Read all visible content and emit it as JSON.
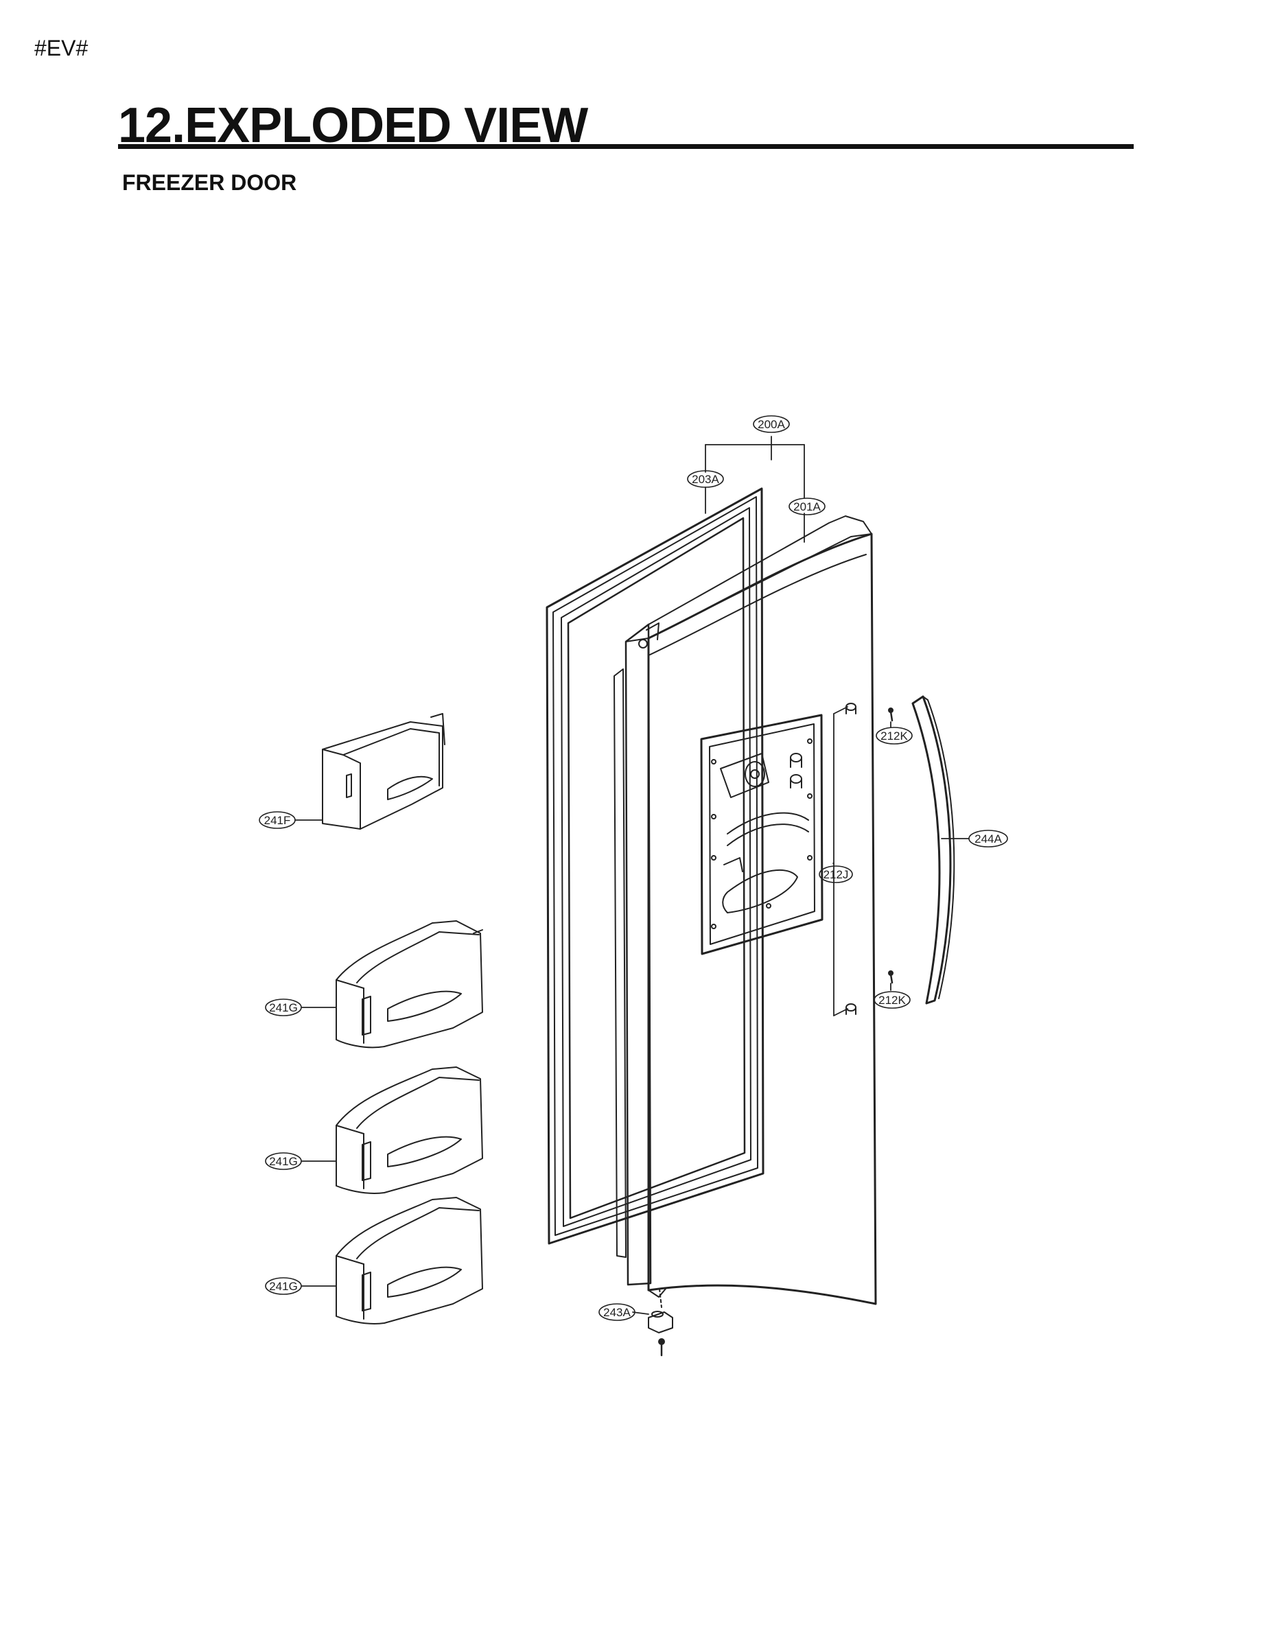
{
  "header": {
    "tag": "#EV#",
    "title": "12.EXPLODED VIEW",
    "subtitle": "FREEZER DOOR"
  },
  "callouts": {
    "assembly": "200A",
    "gasket": "203A",
    "door_foam": "201A",
    "screw_upper": "212K",
    "screw_lower": "212K",
    "handle": "244A",
    "handle_bolts": "212J",
    "basket_small": "241F",
    "basket_1": "241G",
    "basket_2": "241G",
    "basket_3": "241G",
    "hinge": "243A"
  }
}
